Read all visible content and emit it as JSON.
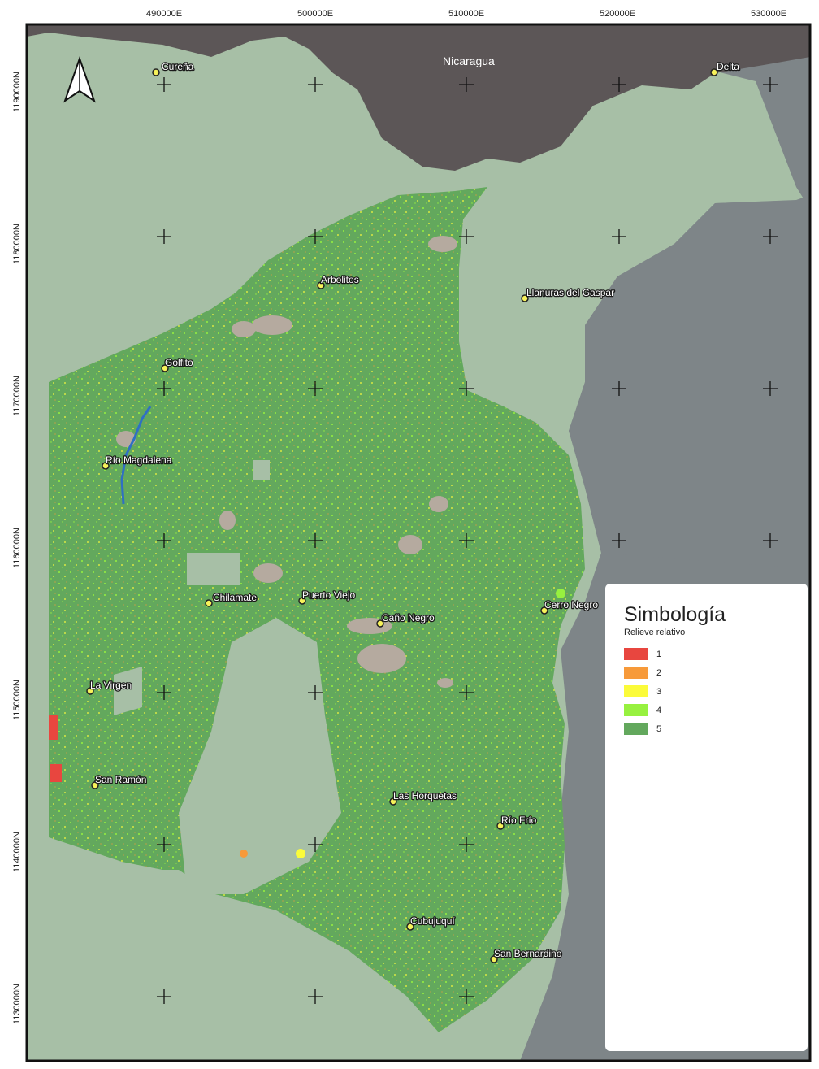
{
  "map": {
    "country_label": "Nicaragua",
    "easting_labels": [
      "490000E",
      "500000E",
      "510000E",
      "520000E",
      "530000E"
    ],
    "northing_labels": [
      "1190000N",
      "1180000N",
      "1170000N",
      "1160000N",
      "1150000N",
      "1140000N",
      "1130000N"
    ],
    "places": [
      {
        "name": "Cureña"
      },
      {
        "name": "Delta"
      },
      {
        "name": "Arbolitos"
      },
      {
        "name": "Llanuras del Gaspar"
      },
      {
        "name": "Golfito"
      },
      {
        "name": "Río Magdalena"
      },
      {
        "name": "Chilamate"
      },
      {
        "name": "Puerto Viejo"
      },
      {
        "name": "Caño Negro"
      },
      {
        "name": "Cerro Negro"
      },
      {
        "name": "La Virgen"
      },
      {
        "name": "San Ramón"
      },
      {
        "name": "Las Horquetas"
      },
      {
        "name": "Río Frío"
      },
      {
        "name": "Cubujuquí"
      },
      {
        "name": "San Bernardino"
      }
    ],
    "colors": {
      "study_area": "#5f9c58",
      "surrounding_land": "#a7bfa6",
      "nicaragua": "#5c5657",
      "other_regions": "#7e8588",
      "urban": "#b5aa9f",
      "water": "#2f6fc4"
    }
  },
  "legend": {
    "title": "Simbología",
    "subtitle": "Relieve relativo",
    "items": [
      {
        "label": "1",
        "color": "#e8463f"
      },
      {
        "label": "2",
        "color": "#f79a3a"
      },
      {
        "label": "3",
        "color": "#fbfb3a"
      },
      {
        "label": "4",
        "color": "#97f13f"
      },
      {
        "label": "5",
        "color": "#63a85d"
      }
    ]
  }
}
